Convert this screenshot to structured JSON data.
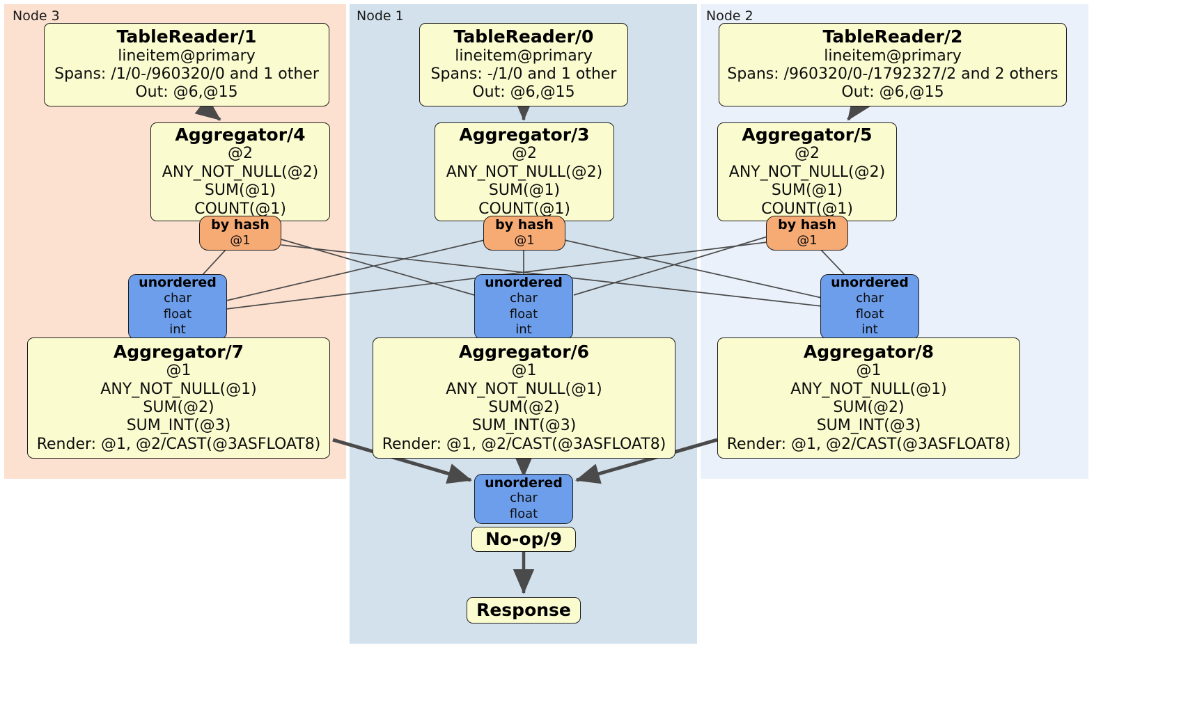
{
  "diagram": {
    "type": "distributed-query-plan",
    "colors": {
      "node3_panel": "#fce0d0",
      "node1_panel": "#d3e1ec",
      "node2_panel": "#ebf1fa",
      "processor_box": "#fbfbd0",
      "router_box": "#f7ab74",
      "stream_box": "#6d9eeb",
      "edge": "#4a4a4a",
      "border": "#1c1c1c"
    }
  },
  "panels": [
    {
      "label": "Node 3"
    },
    {
      "label": "Node 1"
    },
    {
      "label": "Node 2"
    }
  ],
  "table_readers": [
    {
      "title": "TableReader/1",
      "lines": [
        "lineitem@primary",
        "Spans: /1/0-/960320/0 and 1 other",
        "Out: @6,@15"
      ]
    },
    {
      "title": "TableReader/0",
      "lines": [
        "lineitem@primary",
        "Spans: -/1/0 and 1 other",
        "Out: @6,@15"
      ]
    },
    {
      "title": "TableReader/2",
      "lines": [
        "lineitem@primary",
        "Spans: /960320/0-/1792327/2 and 2 others",
        "Out: @6,@15"
      ]
    }
  ],
  "local_aggregators": [
    {
      "title": "Aggregator/4",
      "lines": [
        "@2",
        "ANY_NOT_NULL(@2)",
        "SUM(@1)",
        "COUNT(@1)"
      ]
    },
    {
      "title": "Aggregator/3",
      "lines": [
        "@2",
        "ANY_NOT_NULL(@2)",
        "SUM(@1)",
        "COUNT(@1)"
      ]
    },
    {
      "title": "Aggregator/5",
      "lines": [
        "@2",
        "ANY_NOT_NULL(@2)",
        "SUM(@1)",
        "COUNT(@1)"
      ]
    }
  ],
  "routers": [
    {
      "title": "by hash",
      "lines": [
        "@1"
      ]
    },
    {
      "title": "by hash",
      "lines": [
        "@1"
      ]
    },
    {
      "title": "by hash",
      "lines": [
        "@1"
      ]
    }
  ],
  "streams": [
    {
      "title": "unordered",
      "lines": [
        "char",
        "float",
        "int"
      ]
    },
    {
      "title": "unordered",
      "lines": [
        "char",
        "float",
        "int"
      ]
    },
    {
      "title": "unordered",
      "lines": [
        "char",
        "float",
        "int"
      ]
    }
  ],
  "final_aggregators": [
    {
      "title": "Aggregator/7",
      "lines": [
        "@1",
        "ANY_NOT_NULL(@1)",
        "SUM(@2)",
        "SUM_INT(@3)",
        "Render: @1, @2/CAST(@3ASFLOAT8)"
      ]
    },
    {
      "title": "Aggregator/6",
      "lines": [
        "@1",
        "ANY_NOT_NULL(@1)",
        "SUM(@2)",
        "SUM_INT(@3)",
        "Render: @1, @2/CAST(@3ASFLOAT8)"
      ]
    },
    {
      "title": "Aggregator/8",
      "lines": [
        "@1",
        "ANY_NOT_NULL(@1)",
        "SUM(@2)",
        "SUM_INT(@3)",
        "Render: @1, @2/CAST(@3ASFLOAT8)"
      ]
    }
  ],
  "final_stream": {
    "title": "unordered",
    "lines": [
      "char",
      "float"
    ]
  },
  "noop": {
    "title": "No-op/9"
  },
  "response": {
    "title": "Response"
  }
}
